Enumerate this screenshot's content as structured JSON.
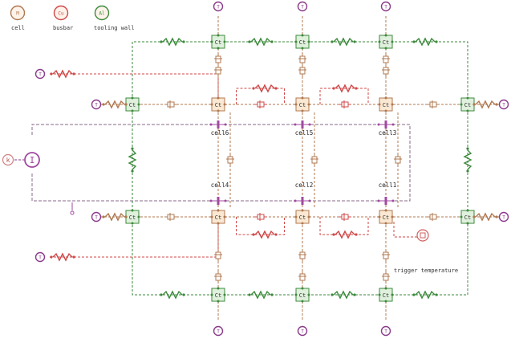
{
  "legend": {
    "items": [
      {
        "glyph": "M",
        "label": "cell",
        "color": "#b07850"
      },
      {
        "glyph": "Cu",
        "label": "busbar",
        "color": "#d04848"
      },
      {
        "glyph": "Al",
        "label": "tooling wall",
        "color": "#3c8a3c"
      }
    ]
  },
  "node_label": "Ct",
  "cells": [
    "cell6",
    "cell5",
    "cell3",
    "cell4",
    "cell2",
    "cell1"
  ],
  "trigger_label": "trigger temperature",
  "left_source_glyph": "k",
  "current_glyph": "I",
  "temp_glyph": "T",
  "trigger_glyph": "⊡",
  "colors": {
    "wire": "#888888",
    "cell": "#b07850",
    "busbar": "#d04848",
    "wall": "#3c8a3c",
    "node_fill": "#fbe8d2",
    "node_green_fill": "#dff0dc",
    "source": "#8a3a8a",
    "current": "#a04aa0"
  }
}
